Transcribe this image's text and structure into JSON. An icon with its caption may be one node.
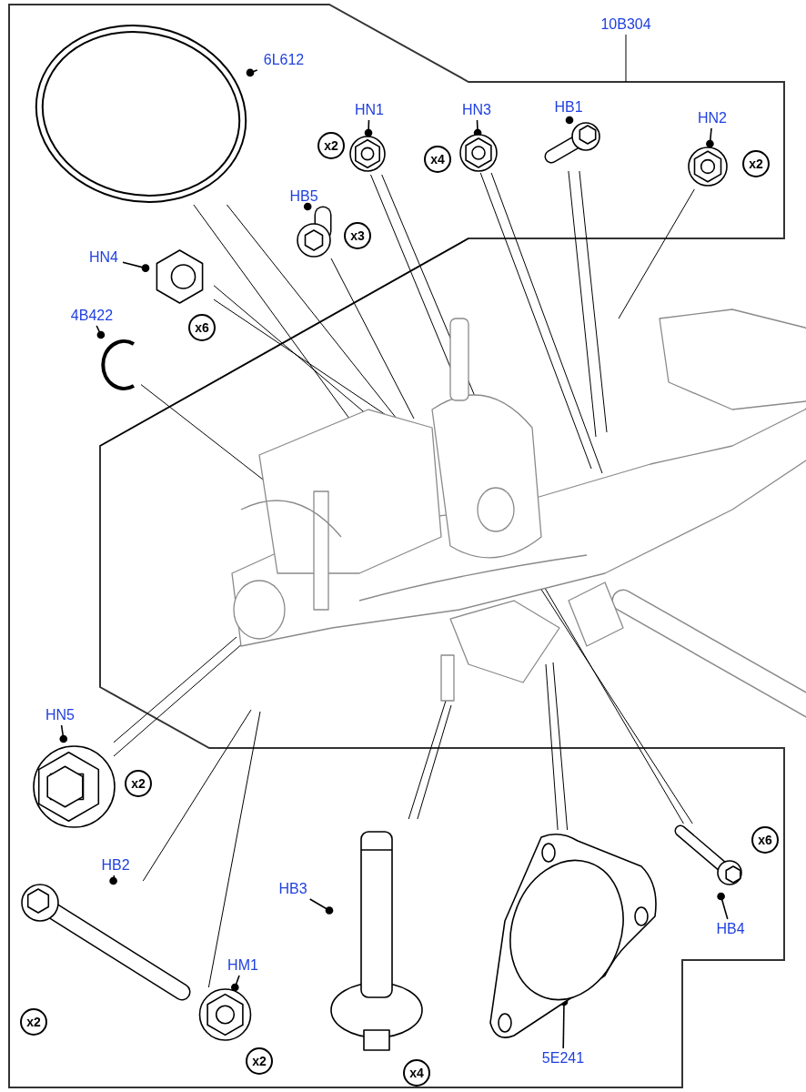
{
  "diagram": {
    "nodes": [
      {
        "text": [],
        "shape": "box"
      },
      {
        "text": [
          "6L612"
        ],
        "in": 0
      },
      {
        "text": [],
        "shape": "picture",
        "in": 0
      },
      {
        "text": [
          "10B304"
        ],
        "in": 0
      },
      {
        "text": [
          "HN1"
        ],
        "in": 0
      },
      {
        "text": [],
        "shape": "picture",
        "in": 0
      },
      {
        "text": [
          "x2"
        ],
        "in": 0
      },
      {
        "text": [
          "HN3"
        ],
        "in": 0
      },
      {
        "text": [],
        "shape": "picture",
        "in": 0
      },
      {
        "text": [
          "x4"
        ],
        "in": 0
      },
      {
        "text": [
          "HB1"
        ],
        "in": 0
      },
      {
        "text": [],
        "shape": "picture",
        "in": 0
      },
      {
        "text": [
          "HN2"
        ],
        "in": 0
      },
      {
        "text": [],
        "shape": "picture",
        "in": 0
      },
      {
        "text": [
          "x2"
        ],
        "in": 0
      },
      {
        "text": [
          "HB5"
        ],
        "in": 0
      },
      {
        "text": [],
        "shape": "picture",
        "in": 0
      },
      {
        "text": [
          "x3"
        ],
        "in": 0
      },
      {
        "text": [
          "HN4"
        ],
        "in": 0
      },
      {
        "text": [],
        "shape": "picture",
        "in": 0
      },
      {
        "text": [
          "x6"
        ],
        "in": 0
      },
      {
        "text": [
          "4B422"
        ],
        "in": 0
      },
      {
        "text": [],
        "shape": "picture",
        "in": 0
      },
      {
        "text": [],
        "shape": "picture",
        "in": 0
      },
      {
        "text": [
          "HN5"
        ],
        "in": 0
      },
      {
        "text": [],
        "shape": "picture",
        "in": 0
      },
      {
        "text": [
          "x2"
        ],
        "in": 0
      },
      {
        "text": [
          "HB2"
        ],
        "in": 0
      },
      {
        "text": [],
        "shape": "picture",
        "in": 0
      },
      {
        "text": [
          "x2"
        ],
        "in": 0
      },
      {
        "text": [
          "HM1"
        ],
        "in": 0
      },
      {
        "text": [],
        "shape": "picture",
        "in": 0
      },
      {
        "text": [
          "x2"
        ],
        "in": 0
      },
      {
        "text": [
          "HB3"
        ],
        "in": 0
      },
      {
        "text": [],
        "shape": "picture",
        "in": 0
      },
      {
        "text": [
          "x4"
        ],
        "in": 0
      },
      {
        "text": [
          "5E241"
        ],
        "in": 0
      },
      {
        "text": [],
        "shape": "picture",
        "in": 0
      },
      {
        "text": [
          "HB4"
        ],
        "in": 0
      },
      {
        "text": [],
        "shape": "picture",
        "in": 0
      },
      {
        "text": [
          "x6"
        ],
        "in": 0
      }
    ],
    "edges": [
      {
        "from": 1,
        "to": 2,
        "arrow": "other"
      },
      {
        "from": 3,
        "to": 0,
        "arrow": "none"
      },
      {
        "from": 4,
        "to": 5,
        "arrow": "other"
      },
      {
        "from": 7,
        "to": 8,
        "arrow": "other"
      },
      {
        "from": 10,
        "to": 11,
        "arrow": "other"
      },
      {
        "from": 12,
        "to": 13,
        "arrow": "other"
      },
      {
        "from": 15,
        "to": 16,
        "arrow": "other"
      },
      {
        "from": 18,
        "to": 19,
        "arrow": "other"
      },
      {
        "from": 21,
        "to": 22,
        "arrow": "other"
      },
      {
        "from": 24,
        "to": 25,
        "arrow": "other"
      },
      {
        "from": 27,
        "to": 28,
        "arrow": "other"
      },
      {
        "from": 30,
        "to": 31,
        "arrow": "other"
      },
      {
        "from": 33,
        "to": 34,
        "arrow": "other"
      },
      {
        "from": 36,
        "to": 37,
        "arrow": "other"
      },
      {
        "from": 38,
        "to": 39,
        "arrow": "other"
      },
      {
        "from": 2,
        "to": 23,
        "arrow": "none"
      },
      {
        "from": 2,
        "to": 23,
        "arrow": "none"
      },
      {
        "from": 5,
        "to": 23,
        "arrow": "none"
      },
      {
        "from": 5,
        "to": 23,
        "arrow": "none"
      },
      {
        "from": 8,
        "to": 23,
        "arrow": "none"
      },
      {
        "from": 8,
        "to": 23,
        "arrow": "none"
      },
      {
        "from": 11,
        "to": 23,
        "arrow": "none"
      },
      {
        "from": 11,
        "to": 23,
        "arrow": "none"
      },
      {
        "from": 13,
        "to": 23,
        "arrow": "none"
      },
      {
        "from": 16,
        "to": 23,
        "arrow": "none"
      },
      {
        "from": 19,
        "to": 23,
        "arrow": "none"
      },
      {
        "from": 19,
        "to": 23,
        "arrow": "none"
      },
      {
        "from": 22,
        "to": 23,
        "arrow": "none"
      },
      {
        "from": 25,
        "to": 23,
        "arrow": "none"
      },
      {
        "from": 25,
        "to": 23,
        "arrow": "none"
      },
      {
        "from": 28,
        "to": 23,
        "arrow": "none"
      },
      {
        "from": 31,
        "to": 23,
        "arrow": "none"
      },
      {
        "from": 34,
        "to": 23,
        "arrow": "none"
      },
      {
        "from": 34,
        "to": 23,
        "arrow": "none"
      },
      {
        "from": 37,
        "to": 23,
        "arrow": "none"
      },
      {
        "from": 37,
        "to": 23,
        "arrow": "none"
      },
      {
        "from": 39,
        "to": 23,
        "arrow": "none"
      },
      {
        "from": 39,
        "to": 23,
        "arrow": "none"
      }
    ]
  }
}
